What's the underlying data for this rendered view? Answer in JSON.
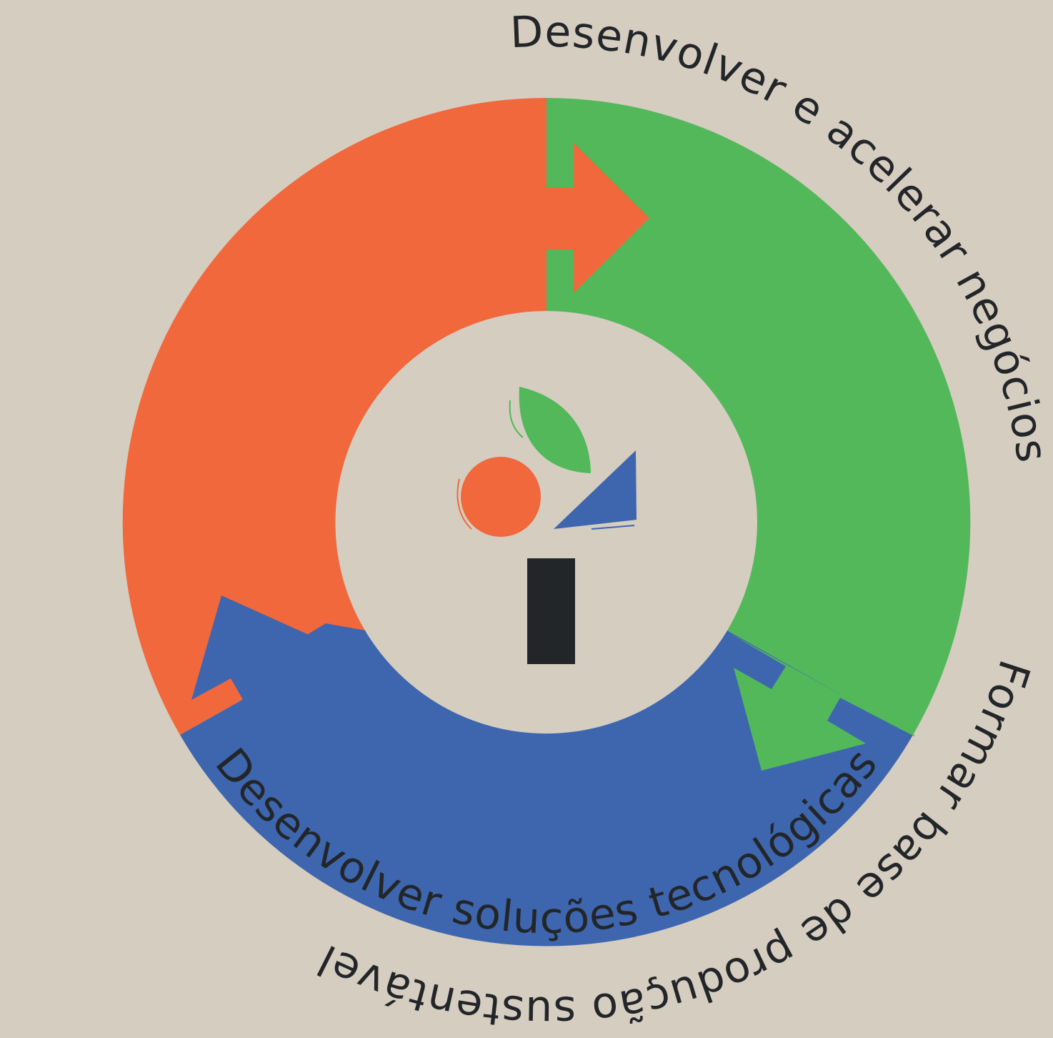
{
  "colors": {
    "background": "#d5cdc0",
    "orange": "#f0683c",
    "green": "#52b85a",
    "blue": "#3d66ae",
    "dark": "#232629"
  },
  "labels": {
    "top_left": "Desenvolver e acelerar negócios",
    "top_right": "Formar base de produção sustentável",
    "bottom": "Desenvolver soluções tecnológicas"
  },
  "segments": [
    {
      "name": "orange-segment",
      "color": "orange"
    },
    {
      "name": "green-segment",
      "color": "green"
    },
    {
      "name": "blue-segment",
      "color": "blue"
    }
  ],
  "logo": {
    "icons": [
      "orange-circle-icon",
      "green-leaf-icon",
      "blue-triangle-icon",
      "dark-bar-icon"
    ]
  }
}
